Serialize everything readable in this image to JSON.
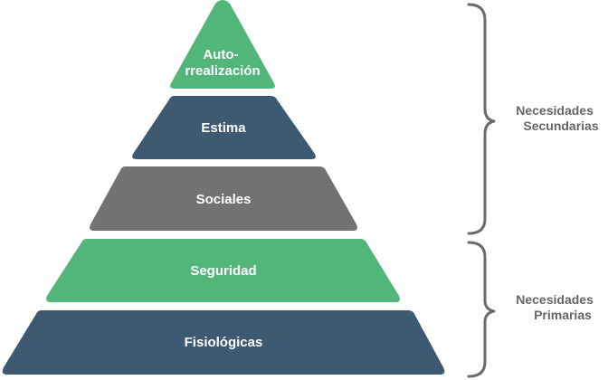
{
  "colors": {
    "green": "#52b57a",
    "navy": "#3e5a73",
    "gray": "#727272",
    "bracket": "#6b6b6b",
    "group_text": "#666666"
  },
  "pyramid": {
    "tiers": [
      {
        "label_lines": [
          "Auto-",
          "rrealización"
        ],
        "color": "#52b57a"
      },
      {
        "label_lines": [
          "Estima"
        ],
        "color": "#3e5a73"
      },
      {
        "label_lines": [
          "Sociales"
        ],
        "color": "#727272"
      },
      {
        "label_lines": [
          "Seguridad"
        ],
        "color": "#52b57a"
      },
      {
        "label_lines": [
          "Fisiológicas"
        ],
        "color": "#3e5a73"
      }
    ]
  },
  "groups": {
    "secondary": {
      "lines": [
        "Necesidades",
        "Secundarias"
      ]
    },
    "primary": {
      "lines": [
        "Necesidades",
        "Primarias"
      ]
    }
  }
}
